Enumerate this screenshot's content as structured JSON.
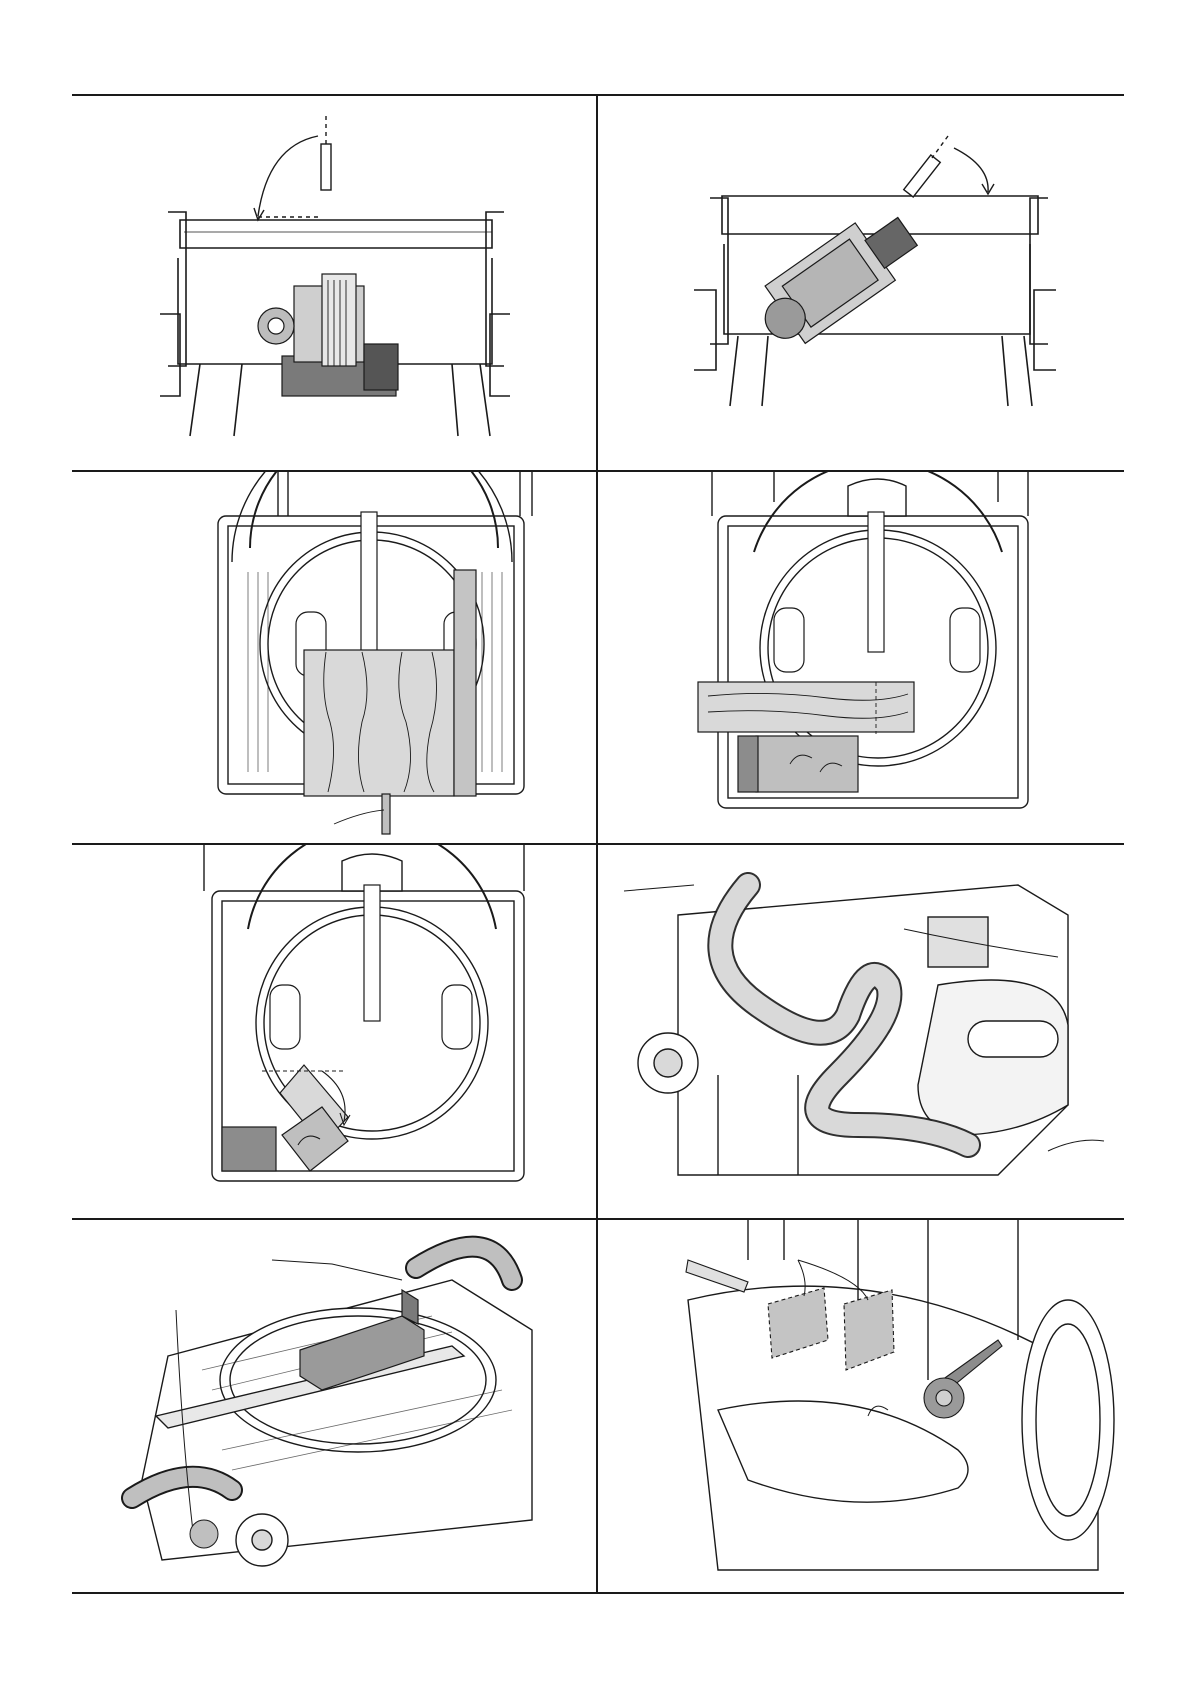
{
  "document": {
    "layout": "grid",
    "rows": 4,
    "columns": 2,
    "text_labels": []
  },
  "panels": [
    {
      "id": "fig-1",
      "depicts": "saw-blade-vertical",
      "indicator": "arc-arrow"
    },
    {
      "id": "fig-2",
      "depicts": "saw-blade-tilted",
      "indicator": "arc-arrow"
    },
    {
      "id": "fig-3",
      "depicts": "rip-cut-with-fence",
      "indicator": "leader-line"
    },
    {
      "id": "fig-4",
      "depicts": "cross-cut-with-miter-gauge",
      "indicator": "none"
    },
    {
      "id": "fig-5",
      "depicts": "miter-cut-with-gauge-angle",
      "indicator": "angle-arc"
    },
    {
      "id": "fig-6",
      "depicts": "dust-hose-routing",
      "indicator": "leader-lines"
    },
    {
      "id": "fig-7",
      "depicts": "blade-guard-and-hose-storage",
      "indicator": "leader-lines"
    },
    {
      "id": "fig-8",
      "depicts": "accessory-storage-and-handle",
      "indicator": "leader-lines"
    }
  ],
  "colors": {
    "line": "#1a1a1a",
    "shade_light": "#d9d9d9",
    "shade_mid": "#bfbfbf",
    "shade_dark": "#8c8c8c",
    "paper": "#ffffff"
  }
}
